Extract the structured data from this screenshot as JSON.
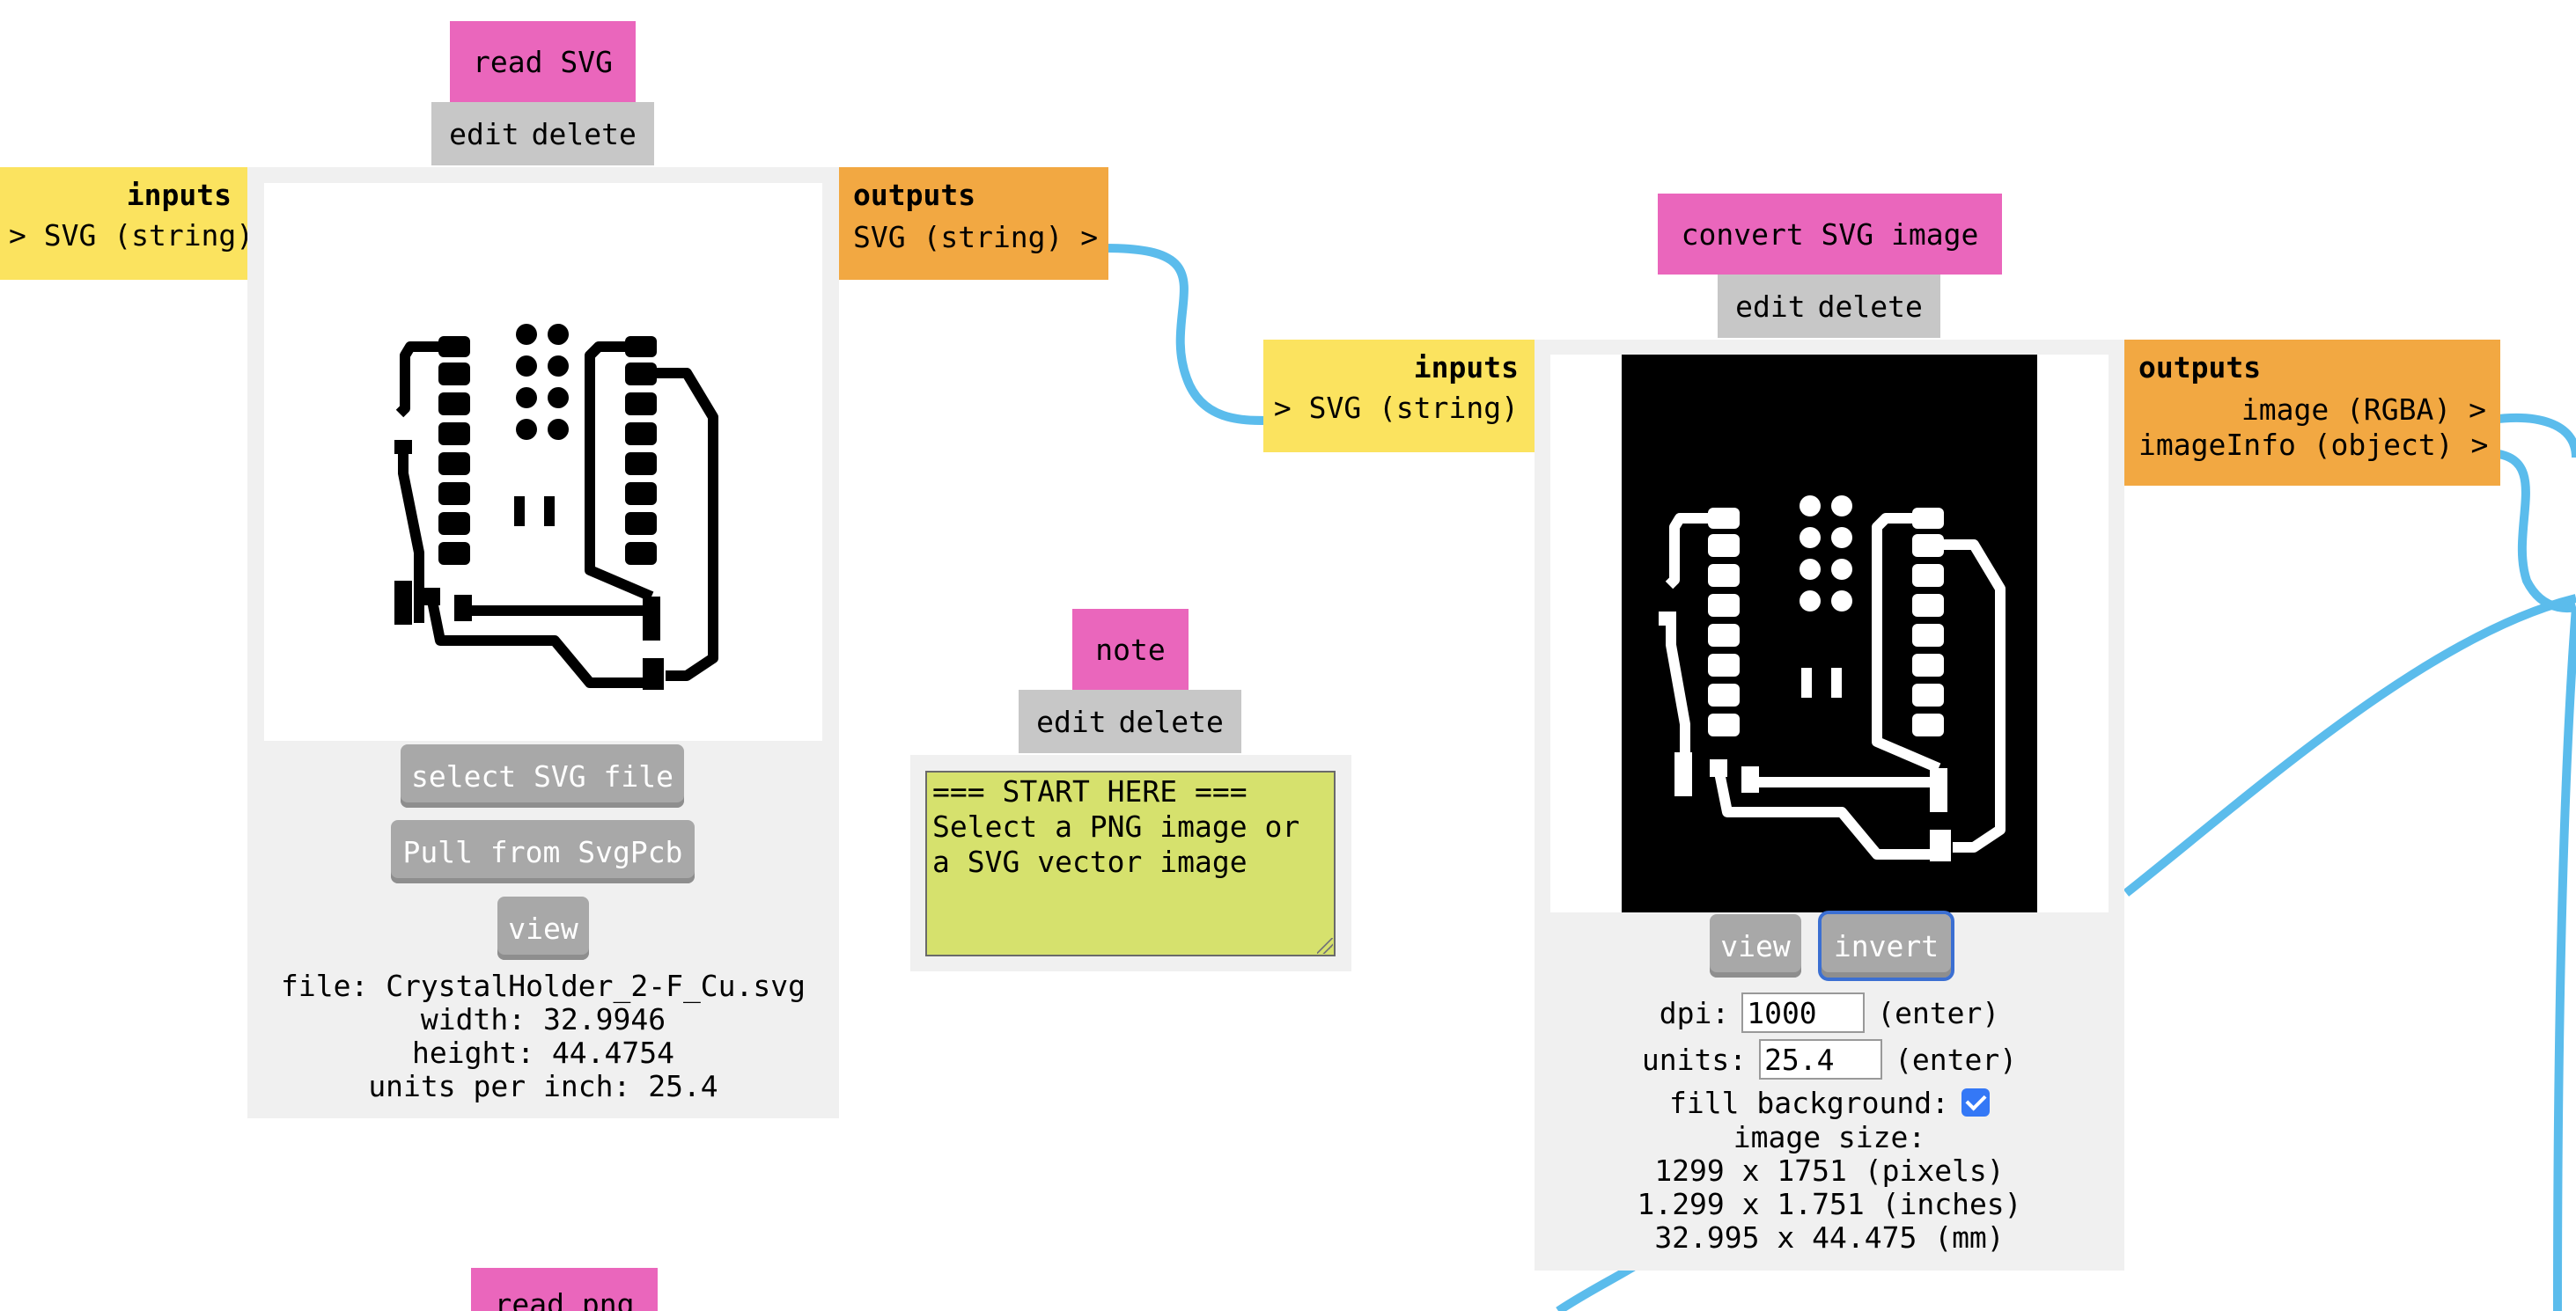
{
  "read_svg": {
    "title": "read SVG",
    "edit_label": "edit",
    "delete_label": "delete",
    "inputs_header": "inputs",
    "inputs": [
      "SVG (string)"
    ],
    "outputs_header": "outputs",
    "outputs": [
      "SVG (string) >"
    ],
    "select_button": "select SVG file",
    "pull_button": "Pull from SvgPcb",
    "view_button": "view",
    "file_line": "file: CrystalHolder_2-F_Cu.svg",
    "width_line": "width: 32.9946",
    "height_line": "height: 44.4754",
    "units_line": "units per inch: 25.4"
  },
  "note": {
    "title": "note",
    "edit_label": "edit",
    "delete_label": "delete",
    "text": "=== START HERE ===\nSelect a PNG image or\na SVG vector image"
  },
  "convert_svg": {
    "title": "convert SVG image",
    "edit_label": "edit",
    "delete_label": "delete",
    "inputs_header": "inputs",
    "inputs": [
      "> SVG (string)"
    ],
    "outputs_header": "outputs",
    "outputs": [
      "image (RGBA) >",
      "imageInfo (object) >"
    ],
    "view_button": "view",
    "invert_button": "invert",
    "dpi_label": "dpi:",
    "dpi_value": "1000",
    "dpi_enter": "(enter)",
    "units_label": "units:",
    "units_value": "25.4",
    "units_enter": "(enter)",
    "fill_label": "fill background:",
    "fill_checked": true,
    "size_header": "image size:",
    "size_pixels": "1299 x 1751 (pixels)",
    "size_inches": "1.299 x 1.751 (inches)",
    "size_mm": "32.995 x 44.475 (mm)"
  },
  "read_png": {
    "title": "read png"
  },
  "colors": {
    "title_pink": "#ea66bc",
    "inputs_yellow": "#fbe35f",
    "outputs_orange": "#f2a842",
    "edit_gray": "#c7c7c7",
    "wire_blue": "#5bbcec",
    "note_green": "#d6e16d"
  }
}
